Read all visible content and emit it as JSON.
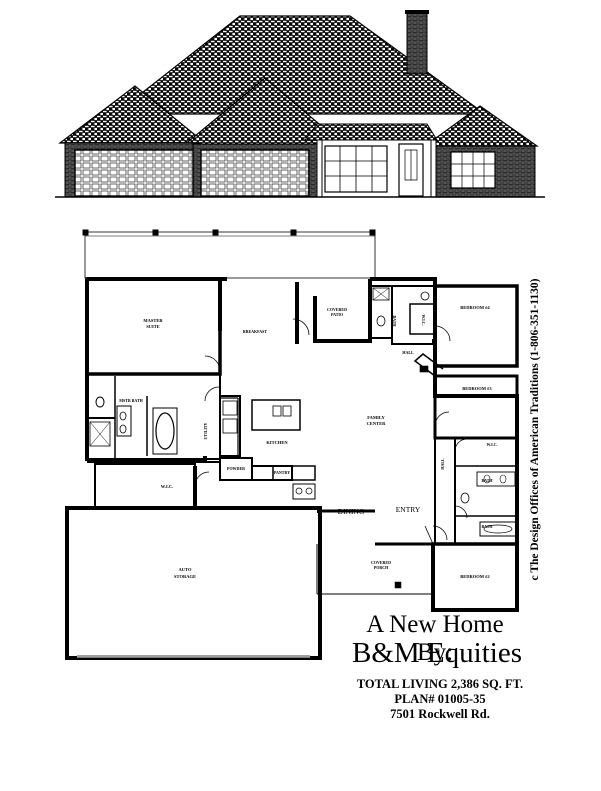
{
  "headline": "A New Home By:",
  "company": "B&M Equities",
  "stats": {
    "total_living": "TOTAL LIVING  2,386  SQ. FT.",
    "plan_number": "PLAN#  01005-35",
    "address": "7501 Rockwell Rd."
  },
  "credit": "c The Design Offices of American Traditions (1-806-351-1130)",
  "rooms": {
    "master_suite_1": "MASTER",
    "master_suite_2": "SUITE",
    "breakfast": "BREAKFAST",
    "covered_patio_1": "COVERED",
    "covered_patio_2": "PATIO",
    "bedroom_4": "BEDROOM #4",
    "bedroom_3": "BEDROOM #3",
    "bedroom_2": "BEDROOM #2",
    "bath_top": "BATH",
    "wic_top": "W.I.C.",
    "hall_top": "HALL",
    "master_bath": "MSTR BATH",
    "utility": "UTILITY",
    "kitchen": "KITCHEN",
    "family_center_1": "FAMILY",
    "family_center_2": "CENTER",
    "wic_master": "W.I.C.",
    "powder": "POWDER",
    "pantry": "PANTRY",
    "hall_right": "HALL",
    "wic_bed": "W.I.C.",
    "bath_right_1": "BATH",
    "bath_right_2": "BATH",
    "dining": "DINING",
    "entry": "ENTRY",
    "auto_storage_1": "AUTO",
    "auto_storage_2": "STORAGE",
    "covered_porch_1": "COVERED",
    "covered_porch_2": "PORCH"
  }
}
